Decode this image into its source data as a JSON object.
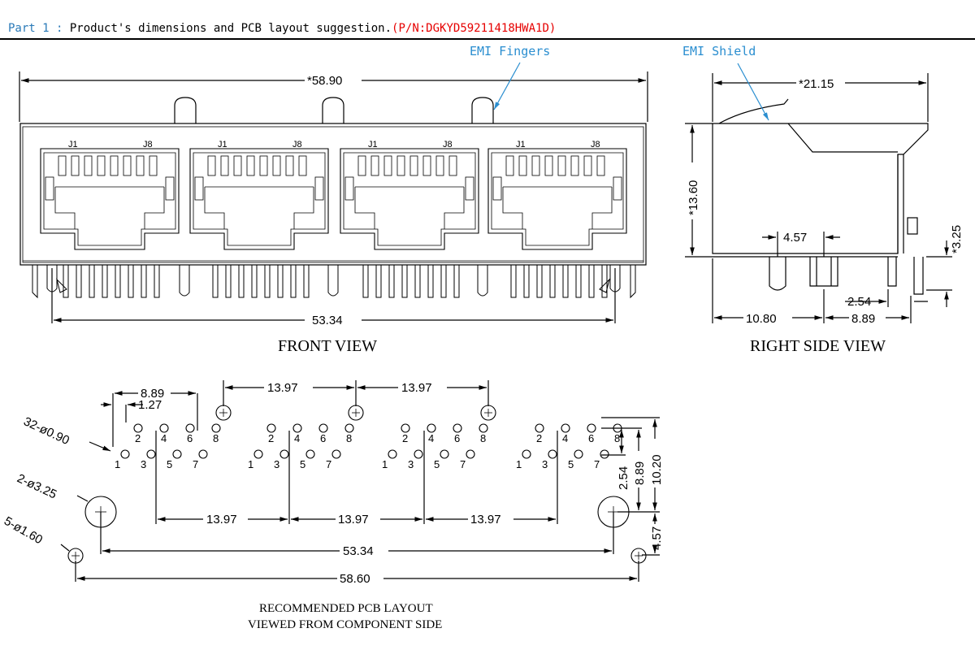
{
  "header": {
    "part": "Part 1 :",
    "description": "Product's dimensions and PCB layout suggestion.",
    "part_number": "(P/N:DGKYD59211418HWA1D)"
  },
  "labels": {
    "emi_fingers": "EMI Fingers",
    "emi_shield": "EMI Shield",
    "port_j1": "J1",
    "port_j8": "J8"
  },
  "front_view": {
    "title": "FRONT VIEW",
    "overall_width": "*58.90",
    "pin_span": "53.34"
  },
  "side_view": {
    "title": "RIGHT SIDE VIEW",
    "depth": "*21.15",
    "height": "*13.60",
    "pin_length": "*3.25",
    "post_spacing": "4.57",
    "pin_offset": "2.54",
    "front_to_post": "10.80",
    "post_to_pin": "8.89"
  },
  "pcb_layout": {
    "title_line1": "RECOMMENDED PCB LAYOUT",
    "title_line2": "VIEWED FROM COMPONENT SIDE",
    "pin_group_width": "8.89",
    "pin_pitch": "1.27",
    "signal_holes": "32-ø0.90",
    "large_holes": "2-ø3.25",
    "small_holes": "5-ø1.60",
    "port_pitch": "13.97",
    "row_spacing": "2.54",
    "pin_to_hole_v": "8.89",
    "total_v": "10.20",
    "hole_offset_v": "4.57",
    "large_hole_span": "53.34",
    "small_hole_span": "58.60",
    "pin_numbers": [
      "1",
      "2",
      "3",
      "4",
      "5",
      "6",
      "7",
      "8"
    ]
  }
}
